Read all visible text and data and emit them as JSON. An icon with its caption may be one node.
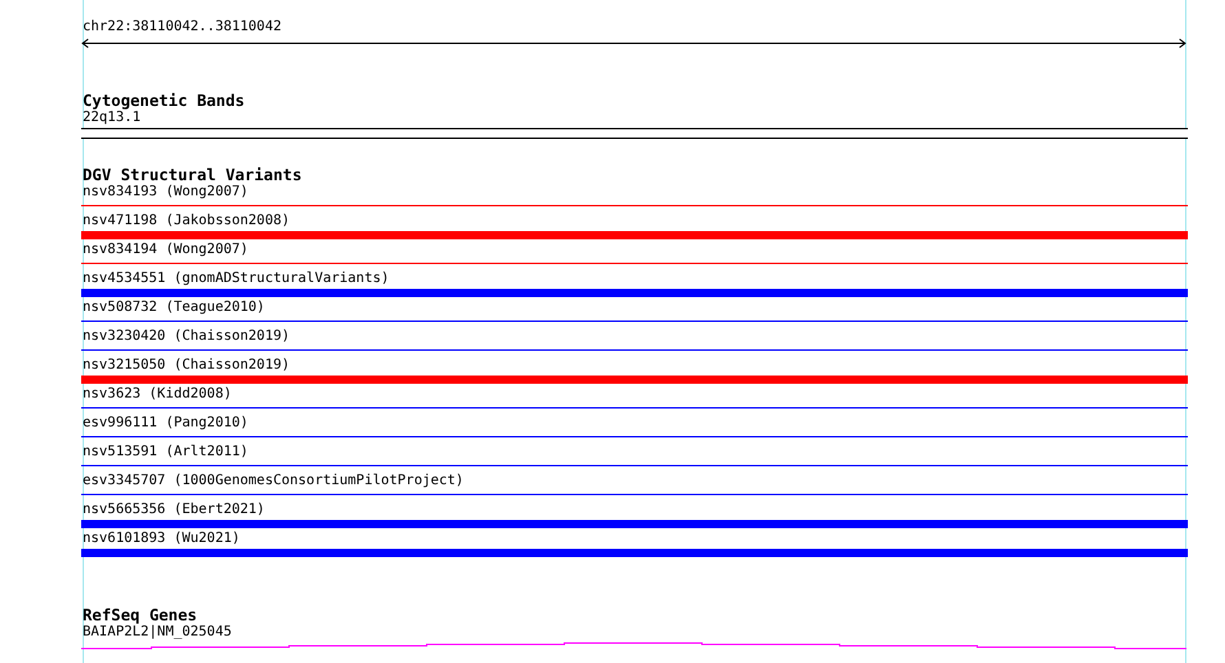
{
  "diagram": {
    "nodes": [
      {
        "text": [
          "22q13.1"
        ]
      },
      {
        "text": [
          "nsv834193 (Wong2007)"
        ]
      },
      {
        "text": [
          "nsv471198 (Jakobsson2008)"
        ]
      },
      {
        "text": [
          "nsv834194 (Wong2007)"
        ]
      },
      {
        "text": [
          "nsv4534551 (gnomADStructuralVariants)"
        ]
      },
      {
        "text": [
          "nsv508732 (Teague2010)"
        ]
      },
      {
        "text": [
          "nsv3230420 (Chaisson2019)"
        ]
      },
      {
        "text": [
          "nsv3215050 (Chaisson2019)"
        ]
      },
      {
        "text": [
          "nsv3623 (Kidd2008)"
        ]
      },
      {
        "text": [
          "esv996111 (Pang2010)"
        ]
      },
      {
        "text": [
          "nsv513591 (Arlt2011)"
        ]
      },
      {
        "text": [
          "esv3345707 (1000GenomesConsortiumPilotProject)"
        ]
      },
      {
        "text": [
          "nsv5665356 (Ebert2021)"
        ]
      },
      {
        "text": [
          "nsv6101893 (Wu2021)"
        ]
      },
      {
        "text": [
          "BAIAP2L2|NM_025045"
        ]
      }
    ],
    "labels": [
      "chr22:38110042..38110042",
      "Cytogenetic Bands",
      "DGV Structural Variants",
      "RefSeq Genes"
    ]
  }
}
